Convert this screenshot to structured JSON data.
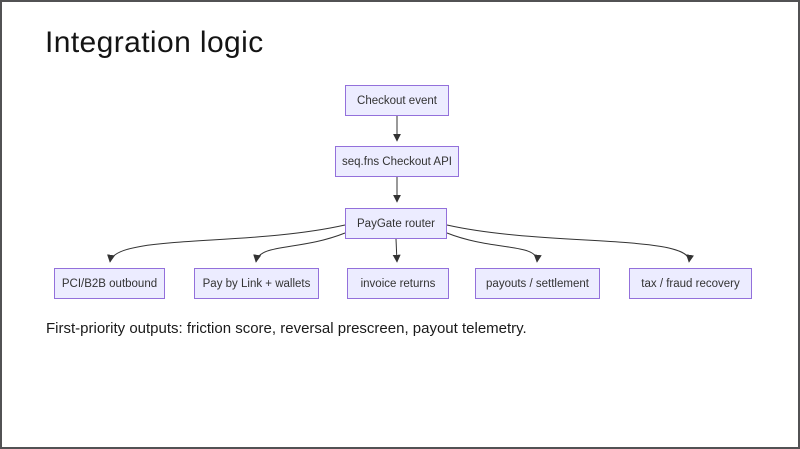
{
  "slide": {
    "title": "Integration logic",
    "footnote": "First-priority outputs: friction score, reversal prescreen, payout telemetry."
  },
  "diagram": {
    "type": "flowchart",
    "direction": "top-down",
    "nodes": [
      {
        "id": "checkout-event",
        "label": "Checkout event"
      },
      {
        "id": "checkout-api",
        "label": "seq.fns Checkout API"
      },
      {
        "id": "paygate-router",
        "label": "PayGate router"
      },
      {
        "id": "pci-b2b-outbound",
        "label": "PCI/B2B outbound"
      },
      {
        "id": "pay-by-link-wallets",
        "label": "Pay by Link + wallets"
      },
      {
        "id": "invoice-returns",
        "label": "invoice returns"
      },
      {
        "id": "payouts-settlement",
        "label": "payouts / settlement"
      },
      {
        "id": "tax-fraud-recovery",
        "label": "tax / fraud recovery"
      }
    ],
    "edges": [
      {
        "from": "checkout-event",
        "to": "checkout-api"
      },
      {
        "from": "checkout-api",
        "to": "paygate-router"
      },
      {
        "from": "paygate-router",
        "to": "pci-b2b-outbound"
      },
      {
        "from": "paygate-router",
        "to": "pay-by-link-wallets"
      },
      {
        "from": "paygate-router",
        "to": "invoice-returns"
      },
      {
        "from": "paygate-router",
        "to": "payouts-settlement"
      },
      {
        "from": "paygate-router",
        "to": "tax-fraud-recovery"
      }
    ],
    "colors": {
      "node_fill": "#ECECFF",
      "node_border": "#9370DB",
      "arrow": "#333333",
      "frame": "#525254"
    }
  }
}
